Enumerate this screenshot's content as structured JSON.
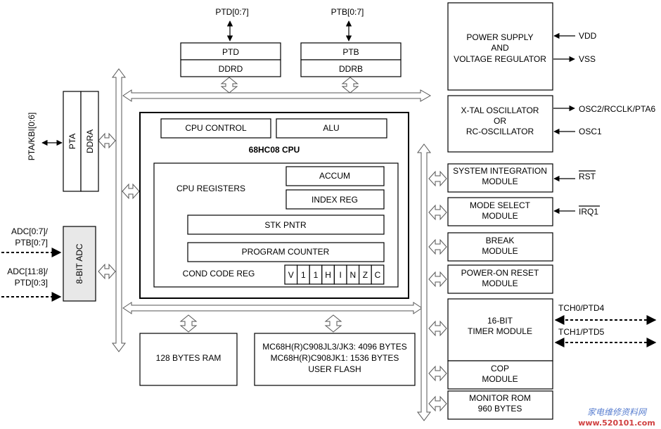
{
  "ports": {
    "ptd": {
      "pins": "PTD[0:7]",
      "reg": "PTD",
      "ddr": "DDRD"
    },
    "ptb": {
      "pins": "PTB[0:7]",
      "reg": "PTB",
      "ddr": "DDRB"
    },
    "pta": {
      "pins": "PTA/KBI[0:6]",
      "reg": "PTA",
      "ddr": "DDRA"
    }
  },
  "adc": {
    "label": "8-BIT ADC",
    "in1_line1": "ADC[0:7]/",
    "in1_line2": "PTB[0:7]",
    "in2_line1": "ADC[11:8]/",
    "in2_line2": "PTD[0:3]"
  },
  "cpu": {
    "title": "68HC08 CPU",
    "control": "CPU CONTROL",
    "alu": "ALU",
    "registers_label": "CPU REGISTERS",
    "accum": "ACCUM",
    "index_reg": "INDEX REG",
    "stk_pntr": "STK PNTR",
    "program_counter": "PROGRAM COUNTER",
    "ccr_label": "COND CODE REG",
    "ccr_bits": [
      "V",
      "1",
      "1",
      "H",
      "I",
      "N",
      "Z",
      "C"
    ]
  },
  "memory": {
    "ram": "128 BYTES RAM",
    "flash_line1": "MC68H(R)C908JL3/JK3: 4096 BYTES",
    "flash_line2": "MC68H(R)C908JK1: 1536 BYTES",
    "flash_line3": "USER FLASH"
  },
  "power": {
    "line1": "POWER SUPPLY",
    "line2": "AND",
    "line3": "VOLTAGE REGULATOR",
    "vdd": "VDD",
    "vss": "VSS"
  },
  "oscillator": {
    "line1": "X-TAL OSCILLATOR",
    "line2": "OR",
    "line3": "RC-OSCILLATOR",
    "osc2": "OSC2/RCCLK/PTA6",
    "osc1": "OSC1"
  },
  "sim": {
    "line1": "SYSTEM INTEGRATION",
    "line2": "MODULE",
    "pin": "RST"
  },
  "mode": {
    "line1": "MODE SELECT",
    "line2": "MODULE",
    "pin": "IRQ1"
  },
  "brk": {
    "line1": "BREAK",
    "line2": "MODULE"
  },
  "por": {
    "line1": "POWER-ON RESET",
    "line2": "MODULE"
  },
  "timer": {
    "line1": "16-BIT",
    "line2": "TIMER MODULE",
    "tch0": "TCH0/PTD4",
    "tch1": "TCH1/PTD5"
  },
  "cop": {
    "line1": "COP",
    "line2": "MODULE"
  },
  "monitor": {
    "line1": "MONITOR ROM",
    "line2": "960 BYTES"
  },
  "watermark": {
    "cn": "家电维修资料网",
    "url": "www.520101.com"
  }
}
